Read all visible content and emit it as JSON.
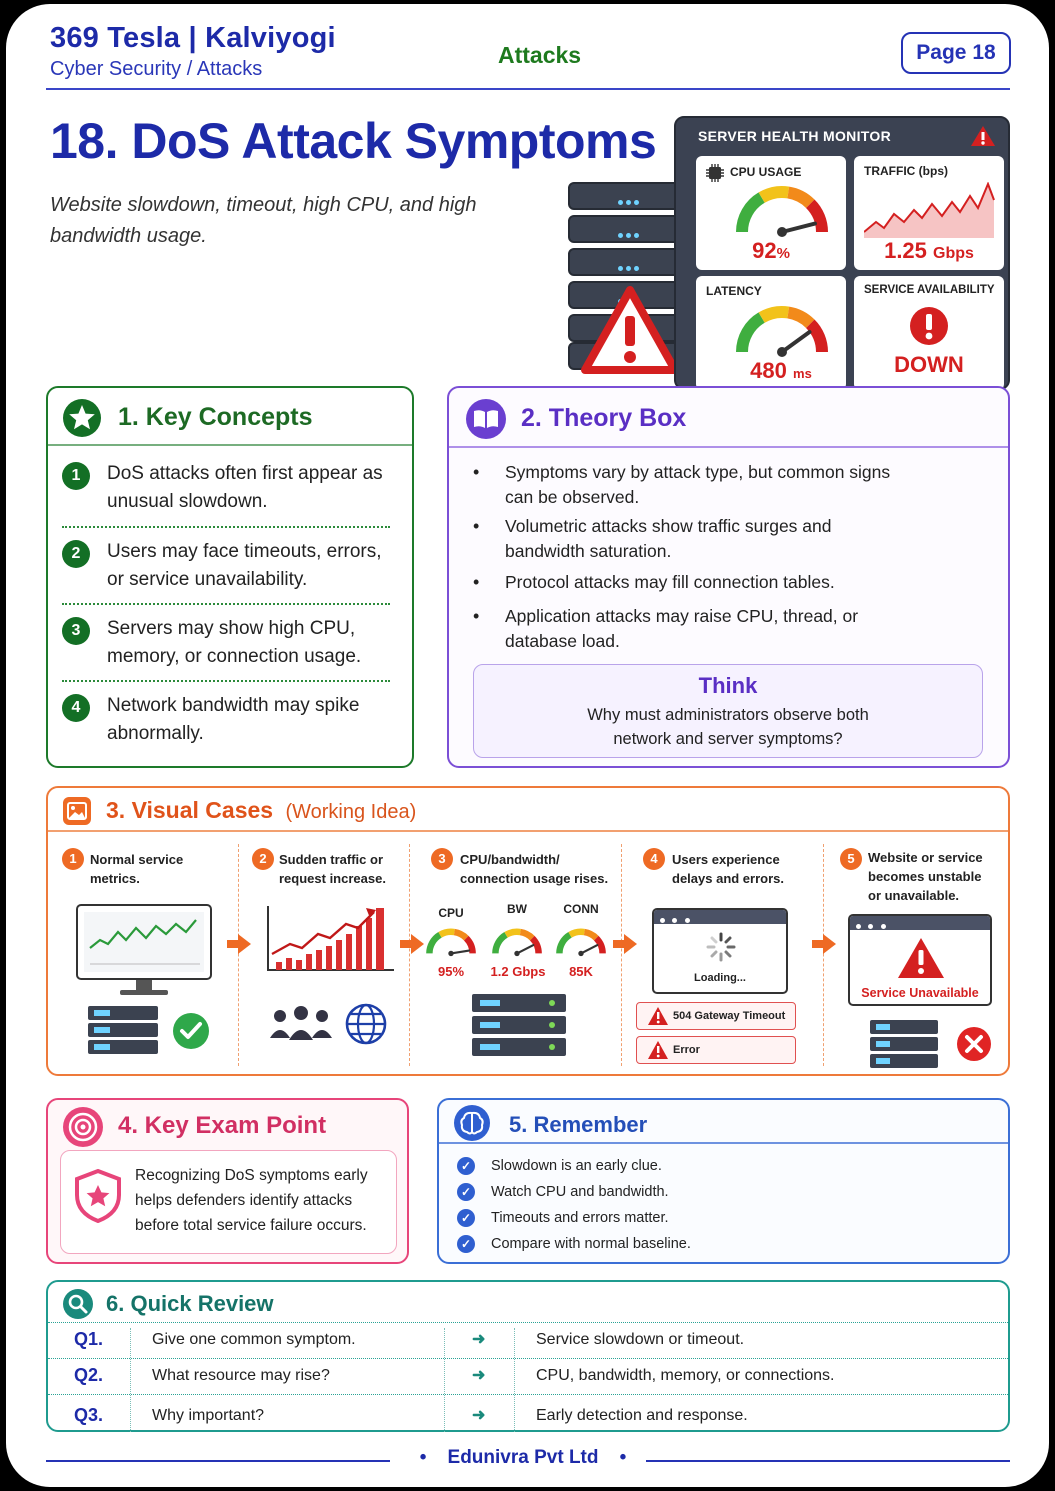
{
  "header": {
    "brand": "369 Tesla | Kalviyogi",
    "crumb": "Cyber Security / Attacks",
    "topic": "Attacks",
    "page": "Page 18"
  },
  "title": "18. DoS Attack Symptoms",
  "subtitle": "Website slowdown, timeout, high CPU, and high bandwidth usage.",
  "monitor": {
    "title": "SERVER HEALTH MONITOR",
    "cpu_label": "CPU USAGE",
    "cpu_value": "92",
    "cpu_unit": "%",
    "cpu_level": 0.92,
    "traffic_label": "TRAFFIC (bps)",
    "traffic_value": "1.25",
    "traffic_unit": "Gbps",
    "latency_label": "LATENCY",
    "latency_value": "480",
    "latency_unit": "ms",
    "latency_level": 0.8,
    "availability_label": "SERVICE AVAILABILITY",
    "availability_value": "DOWN"
  },
  "key_concepts": {
    "heading": "1.  Key Concepts",
    "items": [
      {
        "num": "1",
        "text": "DoS attacks often first appear as unusual slowdown."
      },
      {
        "num": "2",
        "text": "Users may face timeouts, errors, or service unavailability."
      },
      {
        "num": "3",
        "text": "Servers may show high CPU, memory, or connection usage."
      },
      {
        "num": "4",
        "text": "Network bandwidth may spike abnormally."
      }
    ]
  },
  "theory": {
    "heading": "2.  Theory Box",
    "bullets": [
      "Symptoms vary by attack type, but common signs can be observed.",
      "Volumetric attacks show traffic surges and bandwidth saturation.",
      "Protocol attacks may fill connection tables.",
      "Application attacks may raise CPU, thread, or database load."
    ],
    "think_title": "Think",
    "think_text": "Why must administrators observe both network and server symptoms?"
  },
  "visual_cases": {
    "heading": "3.  Visual Cases",
    "subheading": "(Working Idea)",
    "steps": [
      {
        "num": "1",
        "text": "Normal service metrics."
      },
      {
        "num": "2",
        "text": "Sudden traffic or request increase."
      },
      {
        "num": "3",
        "text": "CPU/bandwidth/ connection usage rises."
      },
      {
        "num": "4",
        "text": "Users experience delays and errors."
      },
      {
        "num": "5",
        "text": "Website or service becomes unstable or unavailable."
      }
    ],
    "gauges": [
      {
        "label": "CPU",
        "value": "95%",
        "level": 0.95
      },
      {
        "label": "BW",
        "value": "1.2 Gbps",
        "level": 0.85
      },
      {
        "label": "CONN",
        "value": "85K",
        "level": 0.85
      }
    ],
    "loading_text": "Loading...",
    "error_1": "504 Gateway Timeout",
    "error_2": "Error",
    "unavailable_text": "Service Unavailable"
  },
  "exam_point": {
    "heading": "4.  Key Exam Point",
    "text": "Recognizing DoS symptoms early helps defenders identify attacks before total service failure occurs."
  },
  "remember": {
    "heading": "5.  Remember",
    "items": [
      "Slowdown is an early clue.",
      "Watch CPU and bandwidth.",
      "Timeouts and errors matter.",
      "Compare with normal baseline."
    ]
  },
  "quick_review": {
    "heading": "6.  Quick Review",
    "rows": [
      {
        "q": "Q1.",
        "question": "Give one common symptom.",
        "answer": "Service slowdown or timeout."
      },
      {
        "q": "Q2.",
        "question": "What resource may rise?",
        "answer": "CPU, bandwidth, memory, or connections."
      },
      {
        "q": "Q3.",
        "question": "Why important?",
        "answer": "Early detection and response."
      }
    ]
  },
  "footer": "Edunivra Pvt Ltd",
  "colors": {
    "navy": "#1d2aa8",
    "green": "#1d7a2a",
    "purple": "#7b4fd6",
    "orange": "#ee7a3a",
    "pink": "#e7457a",
    "blue": "#3b6fd6",
    "teal": "#1f9b8f",
    "alert_red": "#d42020"
  }
}
